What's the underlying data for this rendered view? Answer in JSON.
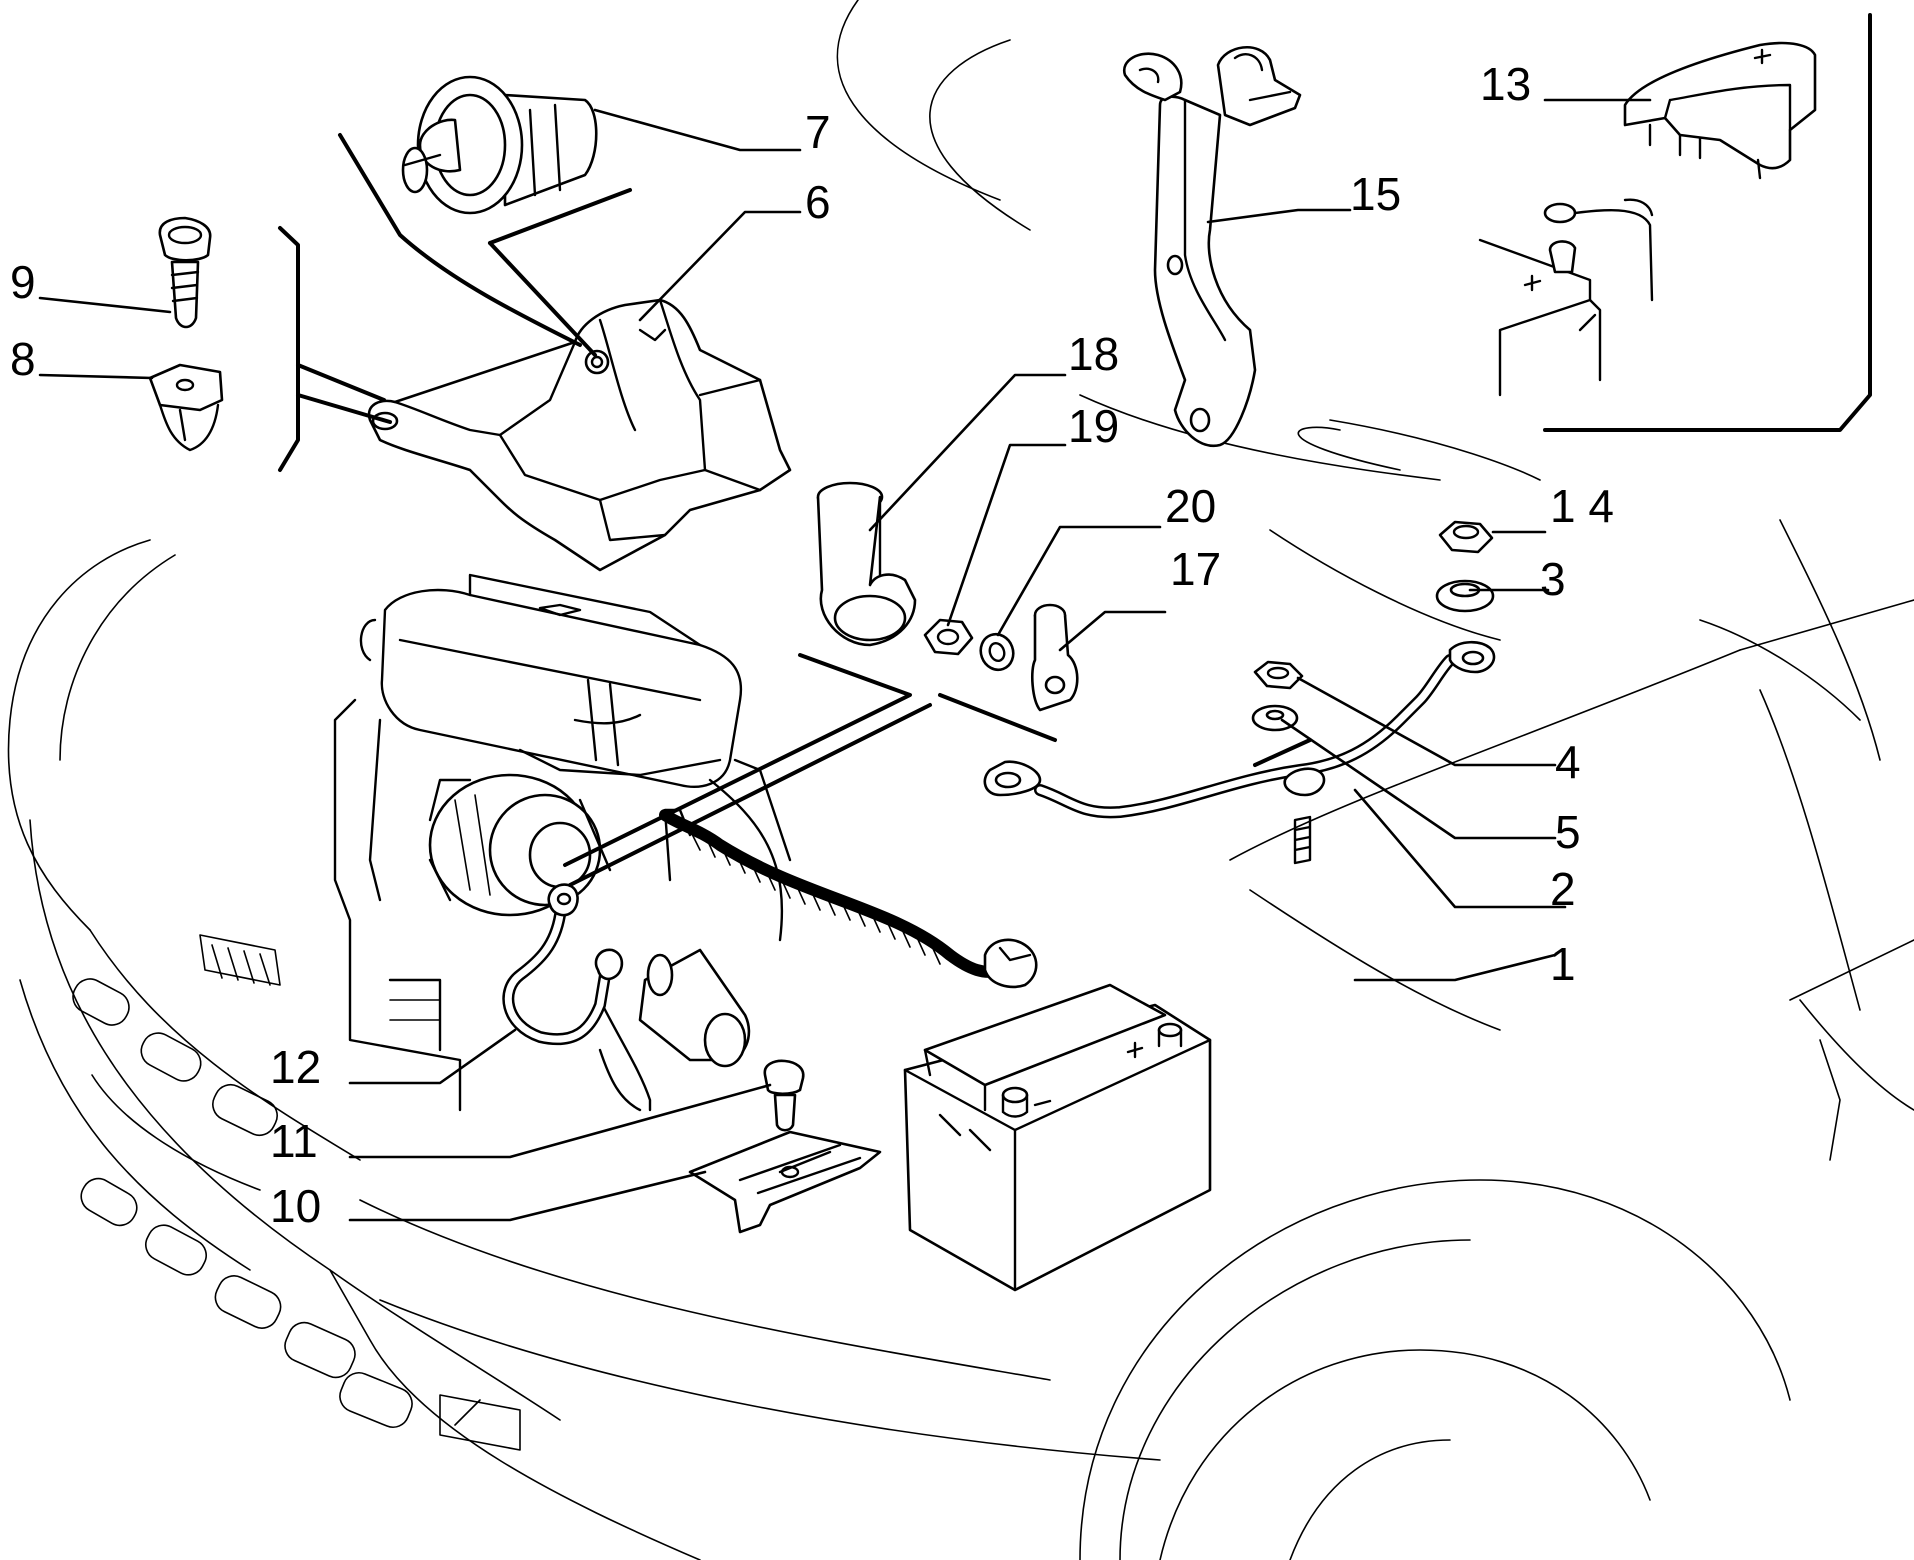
{
  "callouts": [
    {
      "id": "c1",
      "label": "1"
    },
    {
      "id": "c2",
      "label": "2"
    },
    {
      "id": "c3",
      "label": "3"
    },
    {
      "id": "c4",
      "label": "4"
    },
    {
      "id": "c5",
      "label": "5"
    },
    {
      "id": "c6",
      "label": "6"
    },
    {
      "id": "c7",
      "label": "7"
    },
    {
      "id": "c8",
      "label": "8"
    },
    {
      "id": "c9",
      "label": "9"
    },
    {
      "id": "c10",
      "label": "10"
    },
    {
      "id": "c11",
      "label": "11"
    },
    {
      "id": "c12",
      "label": "12"
    },
    {
      "id": "c13",
      "label": "13"
    },
    {
      "id": "c14",
      "label": "1 4"
    },
    {
      "id": "c15",
      "label": "15"
    },
    {
      "id": "c17",
      "label": "17"
    },
    {
      "id": "c18",
      "label": "18"
    },
    {
      "id": "c19",
      "label": "19"
    },
    {
      "id": "c20",
      "label": "20"
    }
  ]
}
